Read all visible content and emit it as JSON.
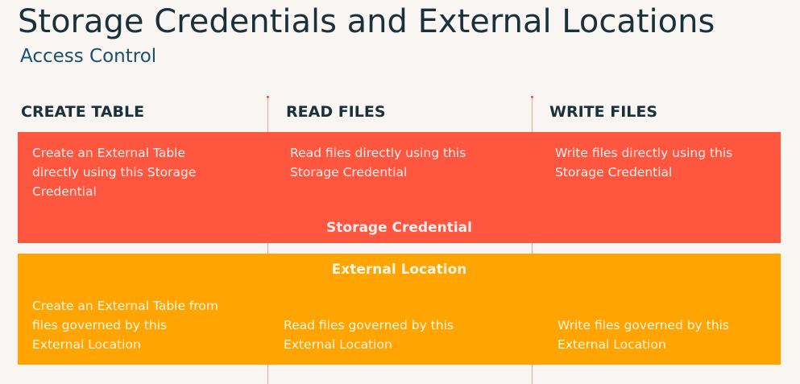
{
  "header": {
    "title": "Storage Credentials and External Locations",
    "subtitle": "Access Control"
  },
  "columns": [
    {
      "heading": "CREATE TABLE",
      "storage_credential_text": "Create an External Table\ndirectly using this Storage\nCredential",
      "external_location_text": "Create an External Table from\nfiles governed by this\nExternal Location"
    },
    {
      "heading": "READ FILES",
      "storage_credential_text": "Read files directly using this\nStorage Credential",
      "external_location_text": "Read files governed by this\nExternal Location"
    },
    {
      "heading": "WRITE FILES",
      "storage_credential_text": "Write files directly using this\nStorage Credential",
      "external_location_text": "Write files governed by this\nExternal Location"
    }
  ],
  "storage_credential_band": {
    "label": "Storage Credential"
  },
  "external_location_band": {
    "label": "External Location"
  },
  "colors": {
    "background": "#F8F5F2",
    "title": "#1B3139",
    "subtitle": "#1B4F6B",
    "storage_credential": "#FF5640",
    "external_location": "#FFA400",
    "divider": "#E5A79A"
  }
}
